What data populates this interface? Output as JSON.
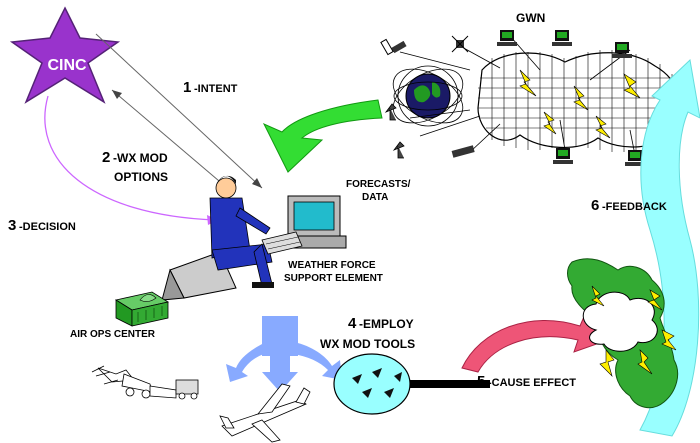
{
  "nodes": {
    "cinc": "CINC",
    "gwn": "GWN",
    "forecasts_line1": "FORECASTS/",
    "forecasts_line2": "DATA",
    "wfse_line1": "WEATHER FORCE",
    "wfse_line2": "SUPPORT ELEMENT",
    "air_ops": "AIR OPS CENTER"
  },
  "steps": {
    "intent_num": "1",
    "intent_text": "-INTENT",
    "options_num": "2",
    "options_line1": "-WX MOD",
    "options_line2": "OPTIONS",
    "decision_num": "3",
    "decision_text": "-DECISION",
    "employ_num": "4",
    "employ_line1": "-EMPLOY",
    "employ_line2": "WX MOD TOOLS",
    "cause_num": "5",
    "cause_text": "-CAUSE EFFECT",
    "feedback_num": "6",
    "feedback_text": "-FEEDBACK"
  },
  "colors": {
    "cinc_star": "#9933cc",
    "green_arrow": "#33dd33",
    "cyan_arrow": "#99ffff",
    "blue_arrows": "#88aaff",
    "red_arrow": "#ee5577",
    "map_green": "#33aa33",
    "lightning": "#ffee00",
    "decision_arc": "#cc66ff"
  }
}
